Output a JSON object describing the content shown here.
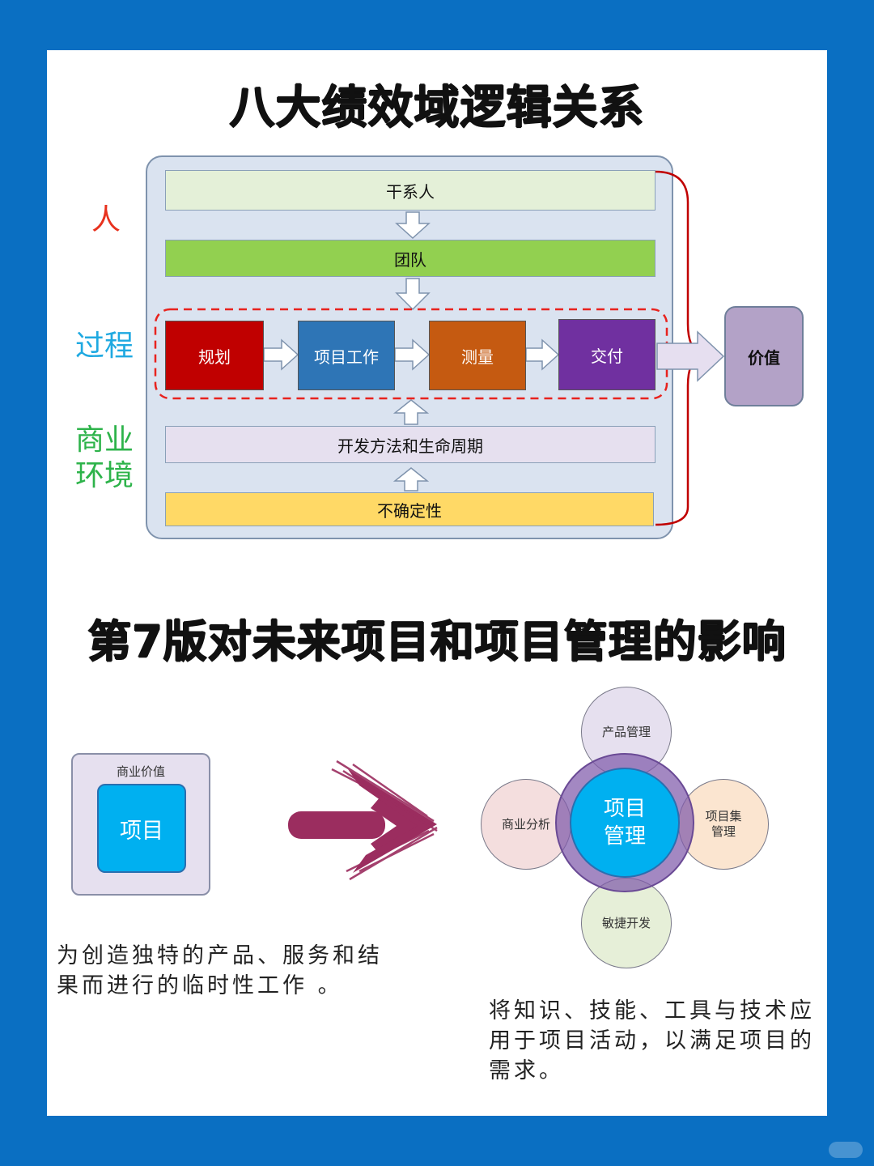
{
  "titles": {
    "top": "八大绩效域逻辑关系",
    "bottom": "第7版对未来项目和项目管理的影响"
  },
  "side_labels": {
    "people": "人",
    "process": "过程",
    "business_env_line1": "商业",
    "business_env_line2": "环境"
  },
  "diagram": {
    "stakeholders": "干系人",
    "team": "团队",
    "process_steps": [
      "规划",
      "项目工作",
      "测量",
      "交付"
    ],
    "value": "价值",
    "dev_approach": "开发方法和生命周期",
    "uncertainty": "不确定性"
  },
  "project_box": {
    "outer_label": "商业价值",
    "inner_label": "项目"
  },
  "pm_cluster": {
    "center_line1": "项目",
    "center_line2": "管理",
    "top": "产品管理",
    "left": "商业分析",
    "right_line1": "项目集",
    "right_line2": "管理",
    "bottom": "敏捷开发"
  },
  "captions": {
    "left_line1": "为创造独特的产品、服务和结",
    "left_line2": "果而进行的临时性工作  。",
    "right_line1": "将知识、技能、工具与技术应",
    "right_line2": "用于项目活动，以满足项目的",
    "right_line3": "需求。"
  },
  "colors": {
    "background": "#0a6fc2",
    "people_label": "#e8321e",
    "process_label": "#1fa9e1",
    "business_label": "#2db34a",
    "stakeholders": "#e4f0d8",
    "team": "#92d050",
    "plan": "#c00000",
    "project_work": "#2e75b6",
    "measure": "#c55a11",
    "deliver": "#7030a0",
    "value": "#b3a2c7",
    "dev_approach": "#e6e0ef",
    "uncertainty": "#ffd966",
    "brace": "#c00000",
    "project_blue": "#00b0f0",
    "arrow_brush": "#9b2d5f"
  }
}
